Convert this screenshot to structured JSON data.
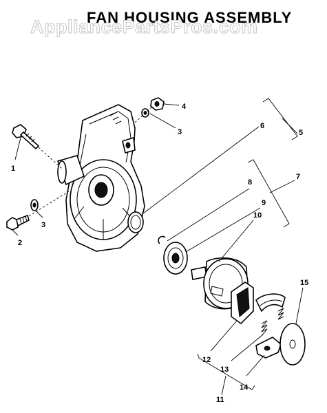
{
  "title": "FAN HOUSING ASSEMBLY",
  "watermark": "AppliancePartsPros.com",
  "callouts": {
    "c1": "1",
    "c2": "2",
    "c3a": "3",
    "c3b": "3",
    "c4": "4",
    "c5": "5",
    "c6": "6",
    "c7": "7",
    "c8": "8",
    "c9": "9",
    "c10": "10",
    "c11": "11",
    "c12": "12",
    "c13": "13",
    "c14": "14",
    "c15": "15"
  }
}
